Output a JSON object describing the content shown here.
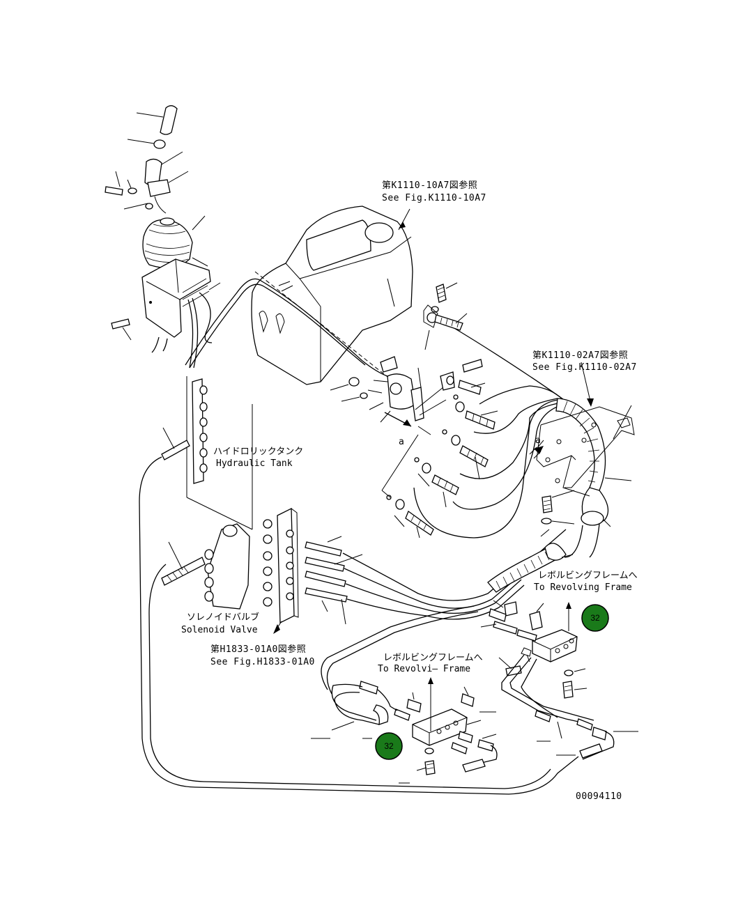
{
  "labels": {
    "ref_k1110_10a7_jp": "第K1110-10A7図参照",
    "ref_k1110_10a7_en": "See Fig.K1110-10A7",
    "ref_k1110_02a7_jp": "第K1110-02A7図参照",
    "ref_k1110_02a7_en": "See Fig.K1110-02A7",
    "hydraulic_tank_jp": "ハイドロリックタンク",
    "hydraulic_tank_en": "Hydraulic Tank",
    "solenoid_valve_jp": "ソレノイドバルブ",
    "solenoid_valve_en": "Solenoid Valve",
    "ref_h1833_jp": "第H1833-01A0図参照",
    "ref_h1833_en": "See Fig.H1833-01A0",
    "revolving_frame_1_jp": "レボルビングフレームへ",
    "revolving_frame_1_en": "To Revolving Frame",
    "revolving_frame_2_jp": "レボルビングフレームへ",
    "revolving_frame_2_en": "To Revolvi— Frame",
    "callout_a_1": "a",
    "callout_a_2": "a",
    "drawing_number": "00094110"
  },
  "badges": [
    {
      "value": "32",
      "color": "#1a7a1a"
    },
    {
      "value": "32",
      "color": "#1a7a1a"
    }
  ],
  "colors": {
    "line": "#000000",
    "badge_fill": "#1a7a1a",
    "background": "#ffffff"
  }
}
